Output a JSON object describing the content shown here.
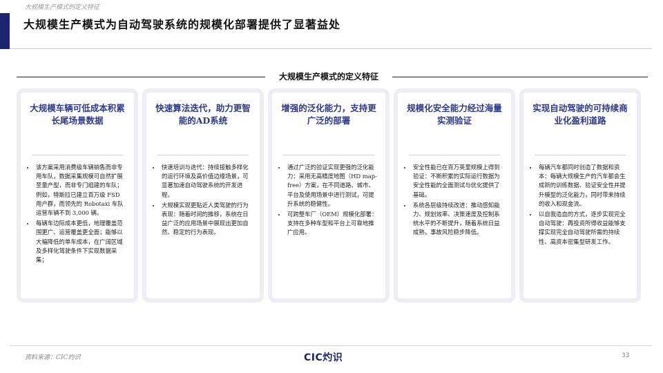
{
  "header": {
    "section_tag": "大规模生产模式的定义特征",
    "title": "大规模生产模式为自动驾驶系统的规模化部署提供了显著益处"
  },
  "subtitle": "大规模生产模式的定义特征",
  "cards": [
    {
      "heading": "大规模车辆可低成本积累长尾场景数据",
      "points": [
        "该方案采用消费级车辆销售而非专用车队，数据采集规模可自然扩展至量产型，而非专门组建的车队；例如，特斯拉已建立百万级 FSD 用户群，而领先的 Robotaxi 车队运营车辆不到 3,000 辆。",
        "每辆车边际成本更低，地理覆盖范围更广、运营覆盖更全面；能够以大幅降低的单车成本，在广阔区域及多样化驾驶条件下实现数据采集；"
      ]
    },
    {
      "heading": "快速算法迭代，助力更智能的AD系统",
      "points": [
        "快速培训与迭代：持续接触多样化的运行环境及高价值边缘场景，可显著加速自动驾驶系统的开发进程。",
        "大规模实现更贴近人类驾驶的行为表现：随着时间的推移，系统在日益广泛的应用场景中展现出更加自然、稳定的行为表现。"
      ]
    },
    {
      "heading": "增强的泛化能力，支持更广泛的部署",
      "points": [
        "通过广泛的验证实现更强的泛化能力：采用无高精度地图（HD map-free）方案，在不同道路、城市、平台及使用场景中进行测试，可提升系统的稳健性。",
        "可跨整车厂（OEM）规模化部署：支持在多种车型和平台上可靠地推广应用。"
      ]
    },
    {
      "heading": "规模化安全能力经过海量实测验证",
      "points": [
        "安全性能已在百万英里规模上得到验证：不断积累的实际运行数据为安全性能的全面测试与优化提供了基础。",
        "系统各层级持续改进：推动感知能力、规划效率、决策速度及控制系统水平的不断提升，随着系统日益成熟，事故风险稳步降低。"
      ]
    },
    {
      "heading": "实现自动驾驶的可持续商业化盈利道路",
      "points": [
        "每辆汽车都同时创造了数据和资本：每辆大规模生产的汽车都会生成新的训练数据、验证安全性并提升模型的泛化能力，同时带来持续的收入和现金流。",
        "以自我造血的方式，逐步实现完全自动驾驶：再投资所得收益能够支撑实现完全自动驾驶所需的持续性、高资本密集型研发工作。"
      ]
    }
  ],
  "footer": {
    "source": "资料来源：CIC灼识",
    "logo": "CIC灼识",
    "page_number": "33"
  },
  "colors": {
    "accent": "#1c2470",
    "heading": "#2d3a8c",
    "card_border": "#eeedf6"
  }
}
